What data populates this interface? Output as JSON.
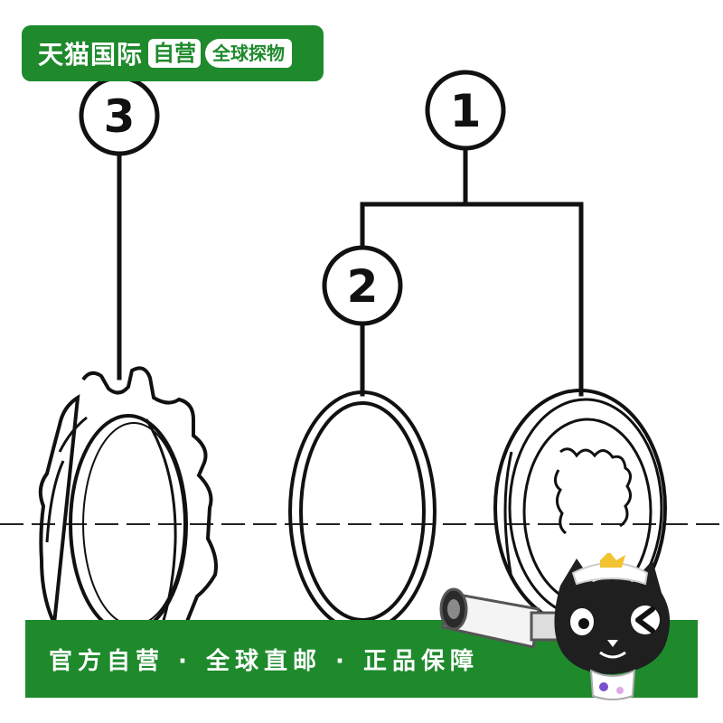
{
  "callouts": [
    {
      "label": "3"
    },
    {
      "label": "1"
    },
    {
      "label": "2"
    }
  ],
  "top_badge": {
    "brand": "天猫国际",
    "self_run": "自营",
    "global": "全球探物"
  },
  "bottom_banner": {
    "slogan": "官方自营 · 全球直邮 · 正品保障"
  },
  "colors": {
    "brand_green": "#1e8a2c",
    "line_art": "#111111",
    "background": "#ffffff"
  },
  "icons": {
    "mascot": "tmall-cat-mascot-icon",
    "telescope": "telescope-icon",
    "back": "chevron-left-icon"
  }
}
